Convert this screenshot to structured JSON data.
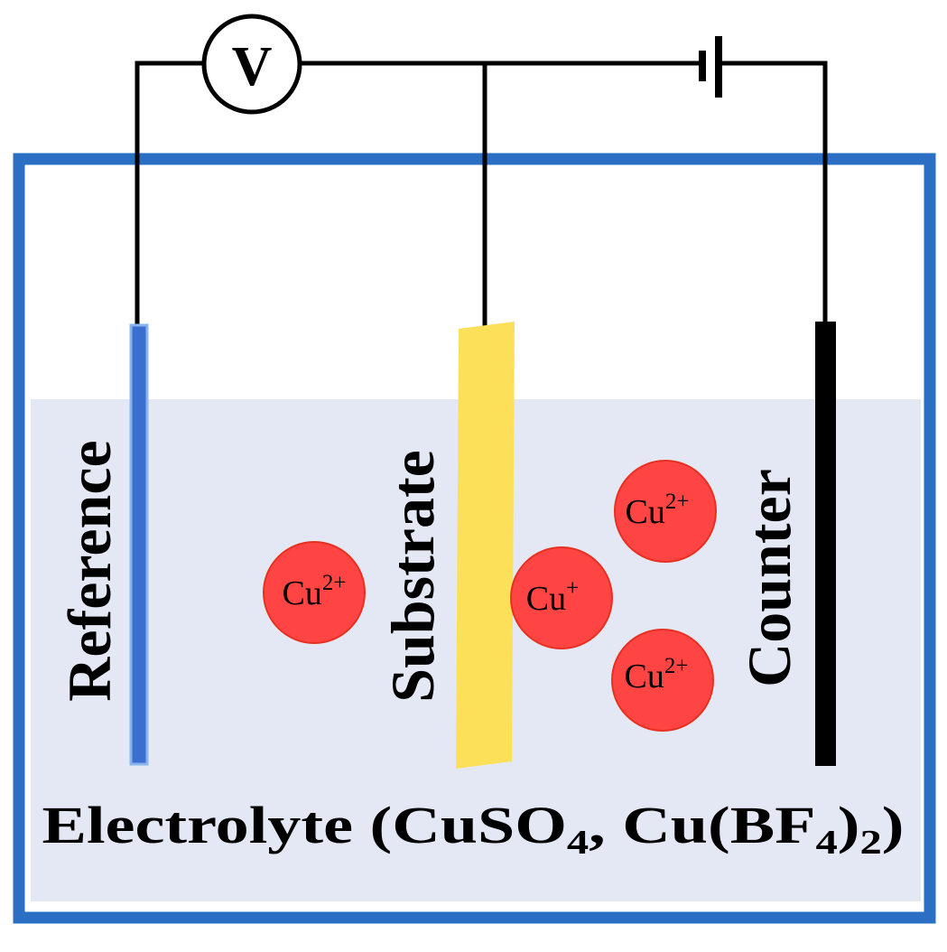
{
  "voltmeter": {
    "symbol": "V"
  },
  "electrodes": {
    "reference": "Reference",
    "substrate": "Substrate",
    "counter": "Counter"
  },
  "ions": [
    {
      "base": "Cu",
      "charge": "2+"
    },
    {
      "base": "Cu",
      "charge": "+"
    },
    {
      "base": "Cu",
      "charge": "2+"
    },
    {
      "base": "Cu",
      "charge": "2+"
    }
  ],
  "electrolyte": {
    "prefix": "Electrolyte (CuSO",
    "sub1": "4",
    "mid": ", Cu(BF",
    "sub2": "4",
    "close": ")",
    "sub3": "2",
    "end": ")"
  },
  "colors": {
    "tank_border": "#2a6fc4",
    "electrolyte_fill": "#e3e8f4",
    "reference_electrode": "#3a6fd0",
    "substrate_electrode": "#fde05a",
    "counter_electrode": "#000000",
    "ion_fill": "#ff4444",
    "ion_stroke": "#e83020",
    "wire": "#000000"
  }
}
